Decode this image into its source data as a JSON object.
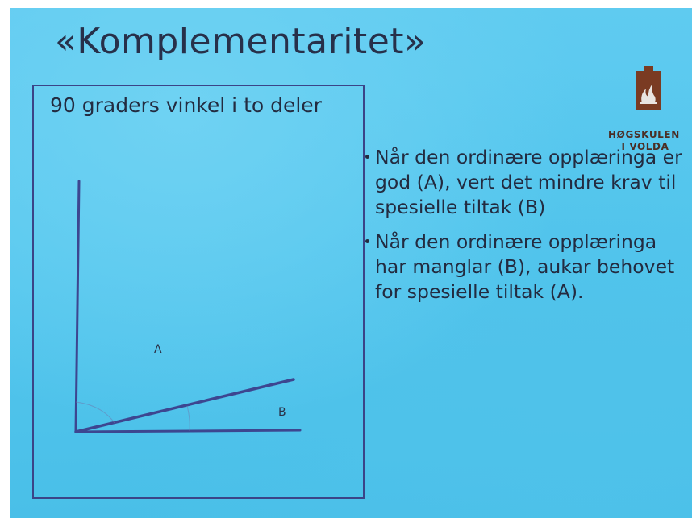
{
  "slide": {
    "title": "«Komplementaritet»",
    "box_caption": "90 graders vinkel i to deler",
    "diagram": {
      "label_a": "A",
      "label_b": "B"
    },
    "bullets": [
      "Når den ordinære opplæringa er god (A), vert det mindre krav til spesielle tiltak (B)",
      "Når den ordinære opplæringa har manglar (B), aukar behovet for spesielle tiltak (A)."
    ],
    "logo": {
      "line1": "HØGSKULEN",
      "line2": "I VOLDA"
    }
  },
  "colors": {
    "background": "#55c7ee",
    "text": "#232b40",
    "box_border": "#3b4487",
    "lines": "#3d4690",
    "logo_brown": "#7a3b22"
  }
}
